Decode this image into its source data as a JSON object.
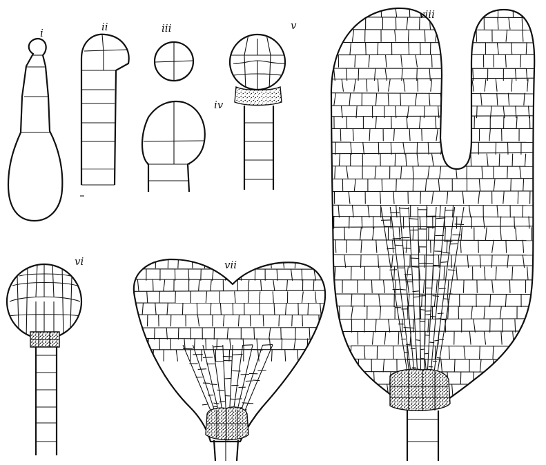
{
  "figure": {
    "stages": [
      {
        "id": "i",
        "label": "i"
      },
      {
        "id": "ii",
        "label": "ii"
      },
      {
        "id": "iii",
        "label": "iii"
      },
      {
        "id": "iv",
        "label": "iv"
      },
      {
        "id": "v",
        "label": "v"
      },
      {
        "id": "vi",
        "label": "vi"
      },
      {
        "id": "vii",
        "label": "vii"
      },
      {
        "id": "viii",
        "label": "viii"
      }
    ],
    "colors": {
      "ink": "#111111",
      "background": "#ffffff",
      "stipple": "#111111"
    }
  }
}
